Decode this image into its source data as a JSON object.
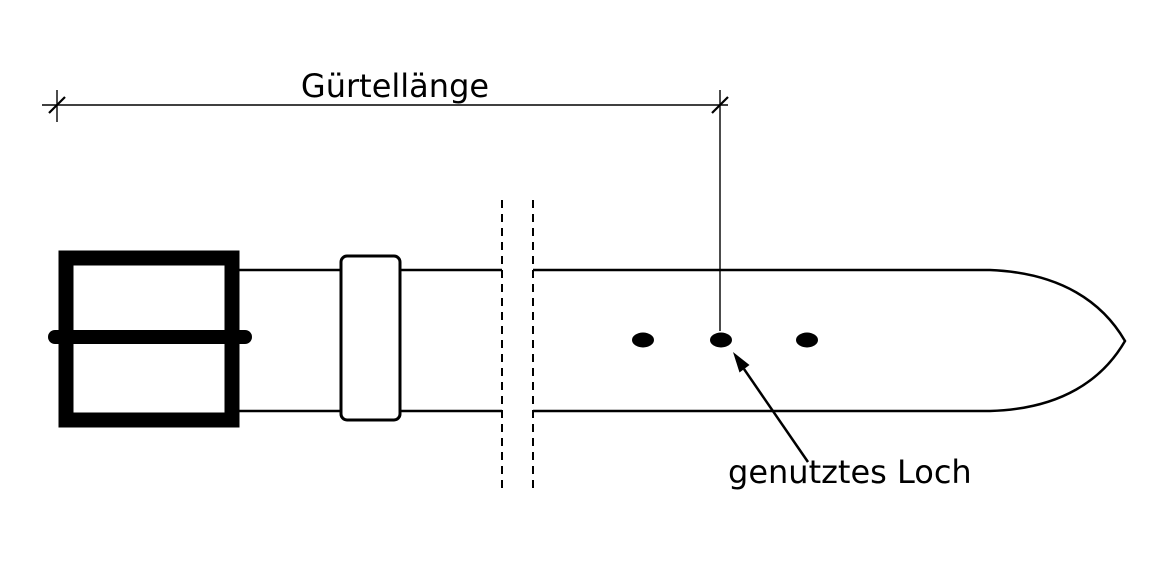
{
  "diagram": {
    "type": "technical-drawing",
    "subject": "belt-with-buckle",
    "dimension_label": "Gürtellänge",
    "hole_label": "genutztes Loch",
    "holes_count": 3,
    "pointed_hole": "middle",
    "colors": {
      "line": "#000000",
      "background": "#ffffff",
      "hole_fill": "#000000"
    }
  }
}
